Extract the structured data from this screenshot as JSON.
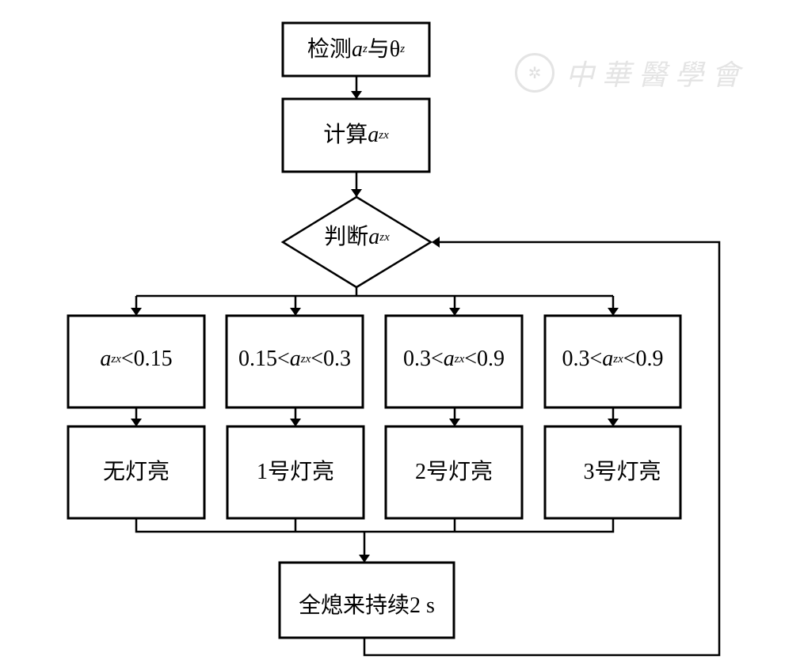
{
  "watermark": {
    "text": "中華醫學會",
    "seal_icon": "✲"
  },
  "nodes": {
    "detect": {
      "prefix": "检测",
      "var1": "a",
      "sub1": "z",
      "mid": "与",
      "var2": "θ",
      "sub2": "z"
    },
    "compute": {
      "prefix": "计算",
      "var": "a",
      "sub": "zx"
    },
    "judge": {
      "prefix": "判断",
      "var": "a",
      "sub": "zx"
    },
    "conditions": [
      {
        "pre": "",
        "var": "a",
        "sub": "zx",
        "post": "<0.15"
      },
      {
        "pre": "0.15<",
        "var": "a",
        "sub": "zx",
        "post": "<0.3"
      },
      {
        "pre": "0.3<",
        "var": "a",
        "sub": "zx",
        "post": "<0.9"
      },
      {
        "pre": "0.3<",
        "var": "a",
        "sub": "zx",
        "post": "<0.9"
      }
    ],
    "outcomes": [
      {
        "label": "无灯亮"
      },
      {
        "label": "1号灯亮"
      },
      {
        "label": "2号灯亮"
      },
      {
        "label": "3号灯亮"
      }
    ],
    "final": {
      "label": "全熄来持续2 s"
    }
  }
}
